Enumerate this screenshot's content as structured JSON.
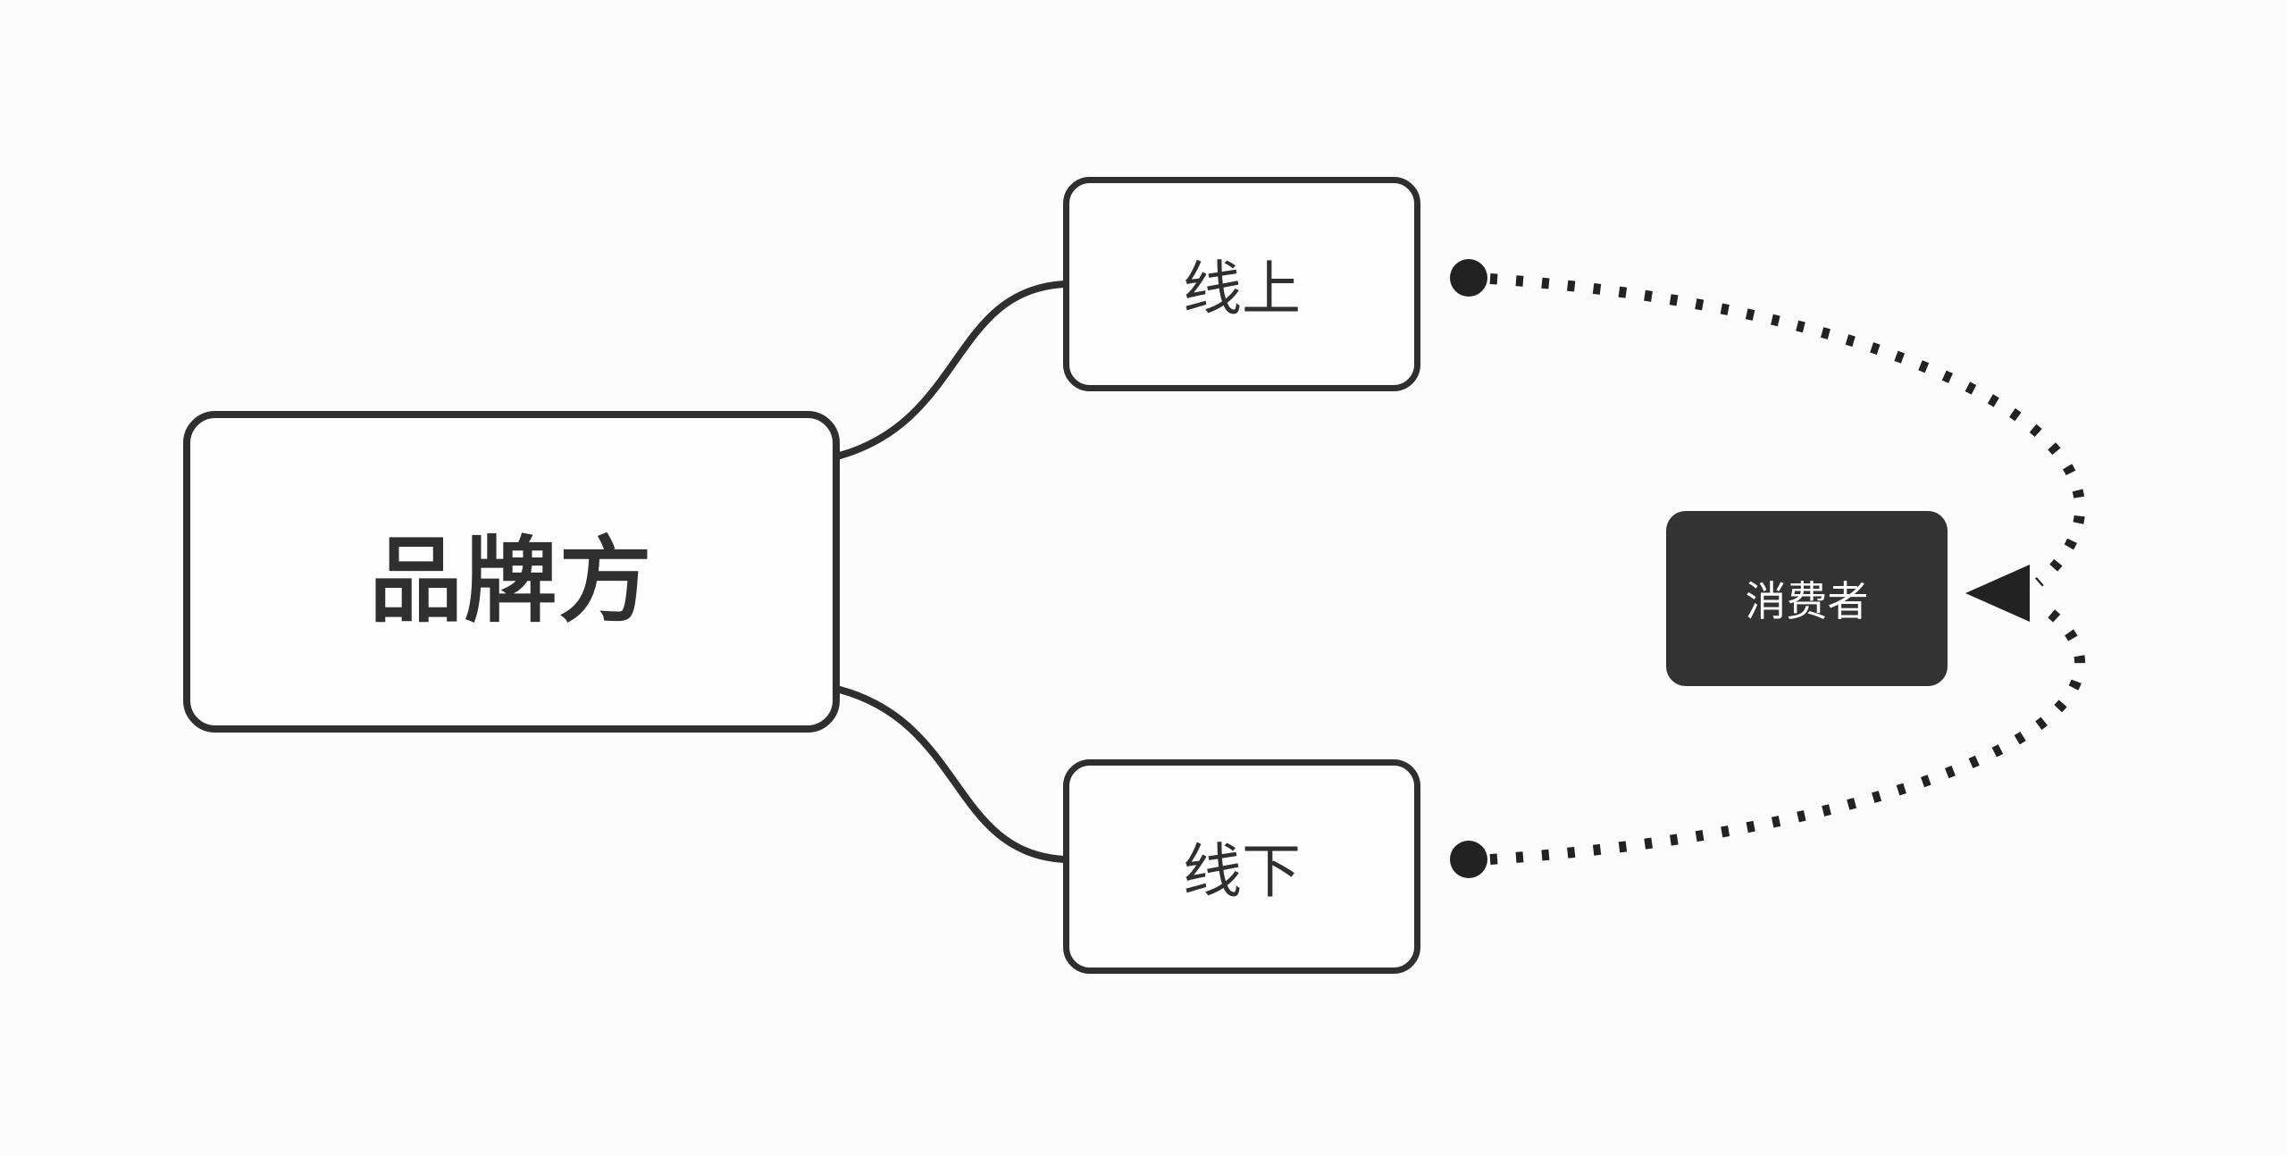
{
  "diagram": {
    "type": "mindmap",
    "background_color": "#fcfcfc",
    "stroke_color": "#2f2f2f",
    "nodes": {
      "root": {
        "label": "品牌方",
        "style": "outlined",
        "text_color": "#2f2f2f"
      },
      "online": {
        "label": "线上",
        "style": "outlined",
        "text_color": "#2f2f2f"
      },
      "offline": {
        "label": "线下",
        "style": "outlined",
        "text_color": "#2f2f2f"
      },
      "consumer": {
        "label": "消费者",
        "style": "filled",
        "fill_color": "#333333",
        "text_color": "#ffffff"
      }
    },
    "edges": [
      {
        "from": "root",
        "to": "online",
        "line": "solid-curve"
      },
      {
        "from": "root",
        "to": "offline",
        "line": "solid-curve"
      },
      {
        "from": "online",
        "to": "consumer",
        "line": "dotted-curve-arrow"
      },
      {
        "from": "offline",
        "to": "consumer",
        "line": "dotted-curve-arrow"
      }
    ],
    "icons": {
      "edge_start_marker": "filled-circle-dot",
      "edge_end_marker": "left-arrowhead"
    }
  }
}
